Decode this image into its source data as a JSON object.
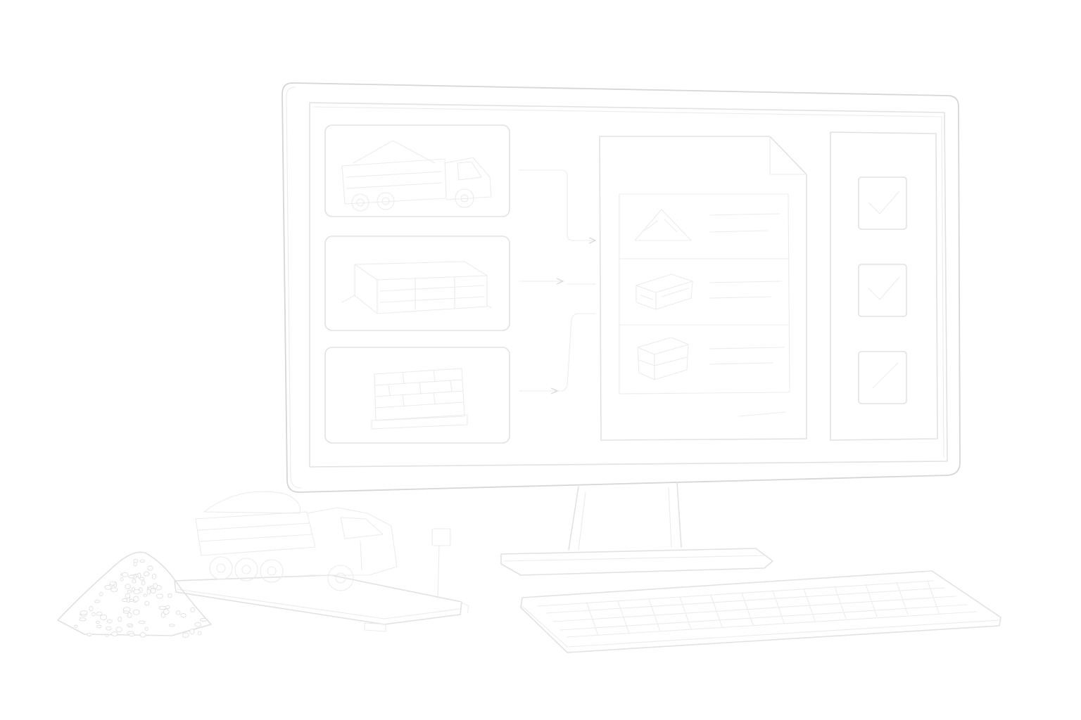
{
  "scene": {
    "style": "faint monochrome line illustration",
    "line_color": "#e2e2e2",
    "background": "#ffffff",
    "objects": {
      "monitor": {
        "screen": {
          "input_cards": [
            {
              "icon": "dump-truck-icon"
            },
            {
              "icon": "lumber-stack-icon"
            },
            {
              "icon": "brick-pallet-icon"
            }
          ],
          "document": {
            "rows": [
              {
                "icon": "gravel-pile-icon"
              },
              {
                "icon": "lumber-bundle-icon"
              },
              {
                "icon": "block-stack-icon"
              }
            ]
          },
          "checklist": {
            "items": [
              {
                "state": "checked"
              },
              {
                "state": "checked"
              },
              {
                "state": "partial"
              }
            ]
          }
        }
      },
      "keyboard": {},
      "truck_scale": {
        "icon": "loaded-dump-truck-icon"
      },
      "gravel_pile": {
        "icon": "gravel-heap-icon"
      }
    }
  }
}
